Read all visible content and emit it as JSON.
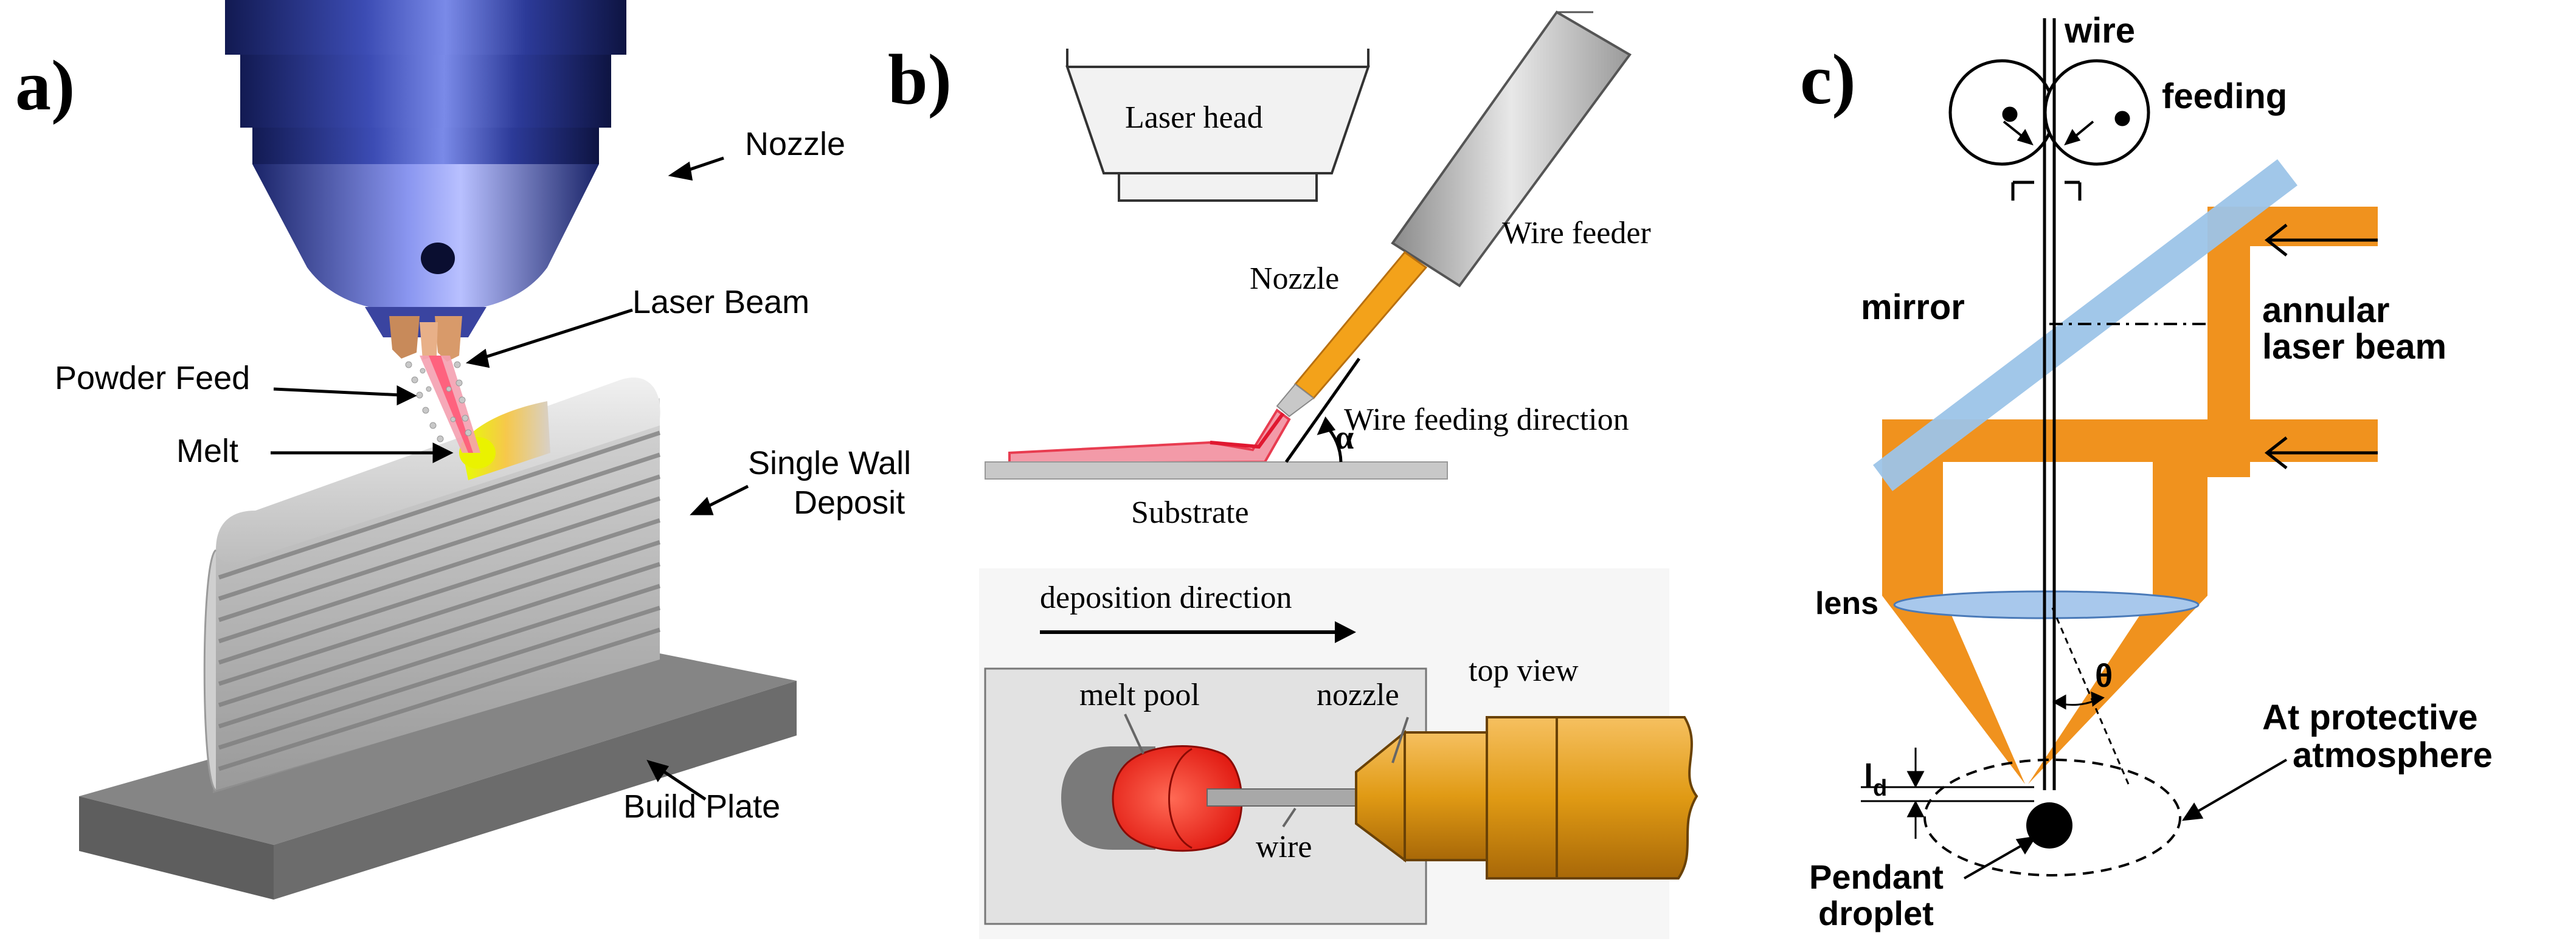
{
  "panels": {
    "a": {
      "letter": "a)",
      "labels": {
        "nozzle": "Nozzle",
        "laser_beam": "Laser Beam",
        "powder_feed": "Powder Feed",
        "melt": "Melt",
        "single_wall_line1": "Single Wall",
        "single_wall_line2": "Deposit",
        "build_plate": "Build Plate"
      }
    },
    "b": {
      "letter": "b)",
      "labels": {
        "laser_head": "Laser head",
        "wire_feeder": "Wire feeder",
        "nozzle": "Nozzle",
        "alpha": "α",
        "wire_feeding_direction": "Wire feeding direction",
        "substrate": "Substrate",
        "deposition_direction": "deposition direction",
        "top_view": "top view",
        "melt_pool": "melt pool",
        "nozzle_lower": "nozzle",
        "wire": "wire"
      }
    },
    "c": {
      "letter": "c)",
      "labels": {
        "wire": "wire",
        "feeding": "feeding",
        "mirror": "mirror",
        "annular_line1": "annular",
        "annular_line2": "laser beam",
        "lens": "lens",
        "theta": "θ",
        "ld_main": "l",
        "ld_sub": "d",
        "protective_line1": "At protective",
        "protective_line2": "atmosphere",
        "pendant_line1": "Pendant",
        "pendant_line2": "droplet"
      }
    }
  },
  "colors": {
    "nozzle_blue": "#2a3a9a",
    "deposit_gray": "#b4b4b4",
    "plate_gray": "#6e6e6e",
    "melt_yellow": "#eaf200",
    "beam_orange": "#f0921e",
    "mirror_blue": "#9cc4e8",
    "lens_blue": "#a8c8ec",
    "pool_red": "#ff2a20",
    "nozzle_gold": "#e09a14"
  }
}
